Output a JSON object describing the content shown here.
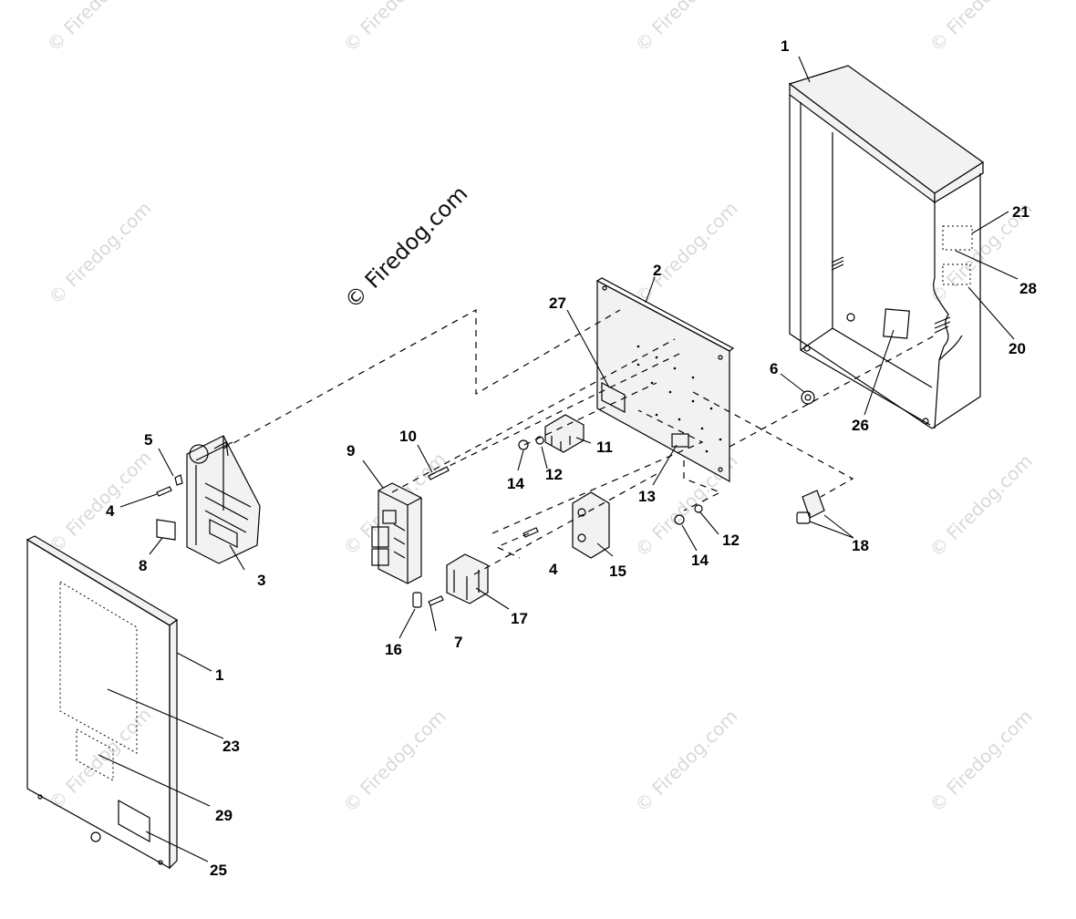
{
  "watermark": {
    "text": "© Firedog.com"
  },
  "brand": {
    "text": "© Firedog.com"
  },
  "callouts": {
    "c1_top": "1",
    "c2": "2",
    "c3": "3",
    "c4_left": "4",
    "c4_mid": "4",
    "c5": "5",
    "c6": "6",
    "c7": "7",
    "c8": "8",
    "c9": "9",
    "c10": "10",
    "c11": "11",
    "c12_a": "12",
    "c12_b": "12",
    "c13": "13",
    "c14_a": "14",
    "c14_b": "14",
    "c15": "15",
    "c16": "16",
    "c17": "17",
    "c18": "18",
    "c20": "20",
    "c21": "21",
    "c23": "23",
    "c25": "25",
    "c26": "26",
    "c27": "27",
    "c28": "28",
    "c29": "29",
    "c1_door": "1"
  }
}
